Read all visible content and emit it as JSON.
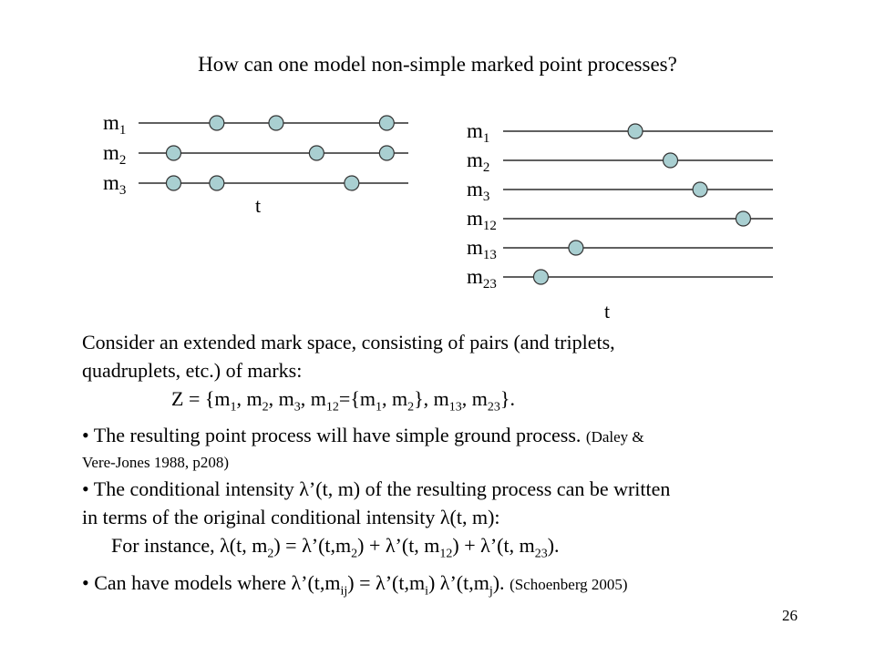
{
  "title": "How can one model non-simple marked point processes?",
  "figure_left": {
    "axis_label": "t",
    "lines": [
      {
        "label": "m",
        "sub": "1",
        "times": [
          0.29,
          0.51,
          0.92
        ]
      },
      {
        "label": "m",
        "sub": "2",
        "times": [
          0.13,
          0.66,
          0.92
        ]
      },
      {
        "label": "m",
        "sub": "3",
        "times": [
          0.13,
          0.29,
          0.79
        ]
      }
    ],
    "point_color": "#a9cfd1"
  },
  "figure_right": {
    "axis_label": "t",
    "lines": [
      {
        "label": "m",
        "sub": "1",
        "times": [
          0.49
        ]
      },
      {
        "label": "m",
        "sub": "2",
        "times": [
          0.62
        ]
      },
      {
        "label": "m",
        "sub": "3",
        "times": [
          0.73
        ]
      },
      {
        "label": "m",
        "sub": "12",
        "times": [
          0.89
        ]
      },
      {
        "label": "m",
        "sub": "13",
        "times": [
          0.27
        ]
      },
      {
        "label": "m",
        "sub": "23",
        "times": [
          0.14
        ]
      }
    ],
    "point_color": "#a9cfd1"
  },
  "text": {
    "p1_line1": "Consider an extended mark space, consisting of pairs (and triplets,",
    "p1_line2": "quadruplets, etc.) of marks:",
    "z_prefix": "Z = {m",
    "z_s1": "1",
    "z_t1": ", m",
    "z_s2": "2",
    "z_t2": ", m",
    "z_s3": "3",
    "z_t3": ", m",
    "z_s4": "12",
    "z_t4": "={m",
    "z_s5": "1",
    "z_t5": ", m",
    "z_s6": "2",
    "z_t6": "}, m",
    "z_s7": "13",
    "z_t7": ", m",
    "z_s8": "23",
    "z_t8": "}.",
    "b1_text": "• The resulting point process will have simple ground process. ",
    "b1_cite_a": "(Daley &",
    "b1_cite_b": "Vere-Jones 1988, p208)",
    "b2_line1": "• The conditional intensity λ’(t, m) of the resulting process can be written",
    "b2_line2": "in terms of the original conditional intensity λ(t, m):",
    "ex_a": "For instance, λ(t, m",
    "ex_s1": "2",
    "ex_b": ") = λ’(t,m",
    "ex_s2": "2",
    "ex_c": ") + λ’(t, m",
    "ex_s3": "12",
    "ex_d": ") + λ’(t, m",
    "ex_s4": "23",
    "ex_e": ").",
    "b3_a": "• Can have models where λ’(t,m",
    "b3_s1": "ij",
    "b3_b": ")  = λ’(t,m",
    "b3_s2": "i",
    "b3_c": ") λ’(t,m",
    "b3_s3": "j",
    "b3_d": "). ",
    "b3_cite": "(Schoenberg 2005)"
  },
  "page_number": "26"
}
